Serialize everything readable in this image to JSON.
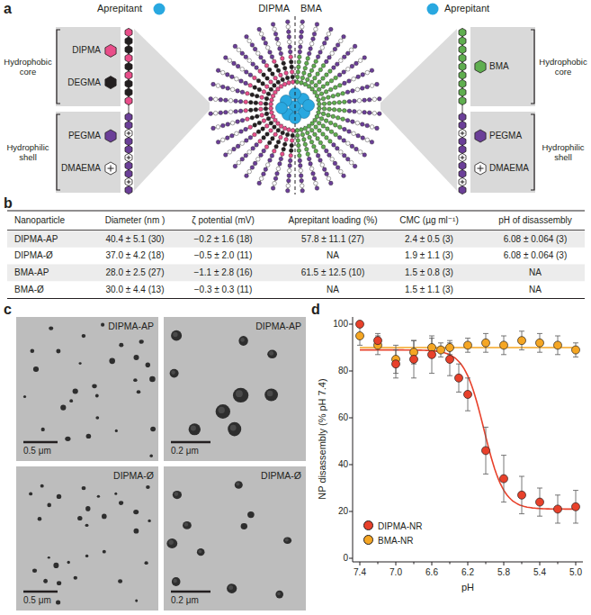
{
  "diagram": {
    "nodes": [
      {
        "text": [
          "Hydrophobic core",
          "DIPMA",
          "DEGMA"
        ]
      },
      {
        "text": [
          "Hydrophobic core",
          "BMA"
        ]
      },
      {
        "text": [
          "Hydrophilic shell",
          "PEGMA",
          "DMAEMA"
        ]
      },
      {
        "text": [
          "Hydrophilic shell",
          "PEGMA",
          "DMAEMA"
        ]
      },
      {
        "text": [
          "DIPMA-AP",
          "0.5 μm"
        ]
      },
      {
        "text": [
          "DIPMA-AP",
          "0.2 μm"
        ]
      },
      {
        "text": [
          "DIPMA-Ø",
          "0.5 μm"
        ]
      },
      {
        "text": [
          "DIPMA-Ø",
          "0.2 μm"
        ]
      }
    ],
    "labels": [
      "a",
      "Aprepitant",
      "DIPMA",
      "BMA",
      "Aprepitant",
      "b",
      "Nanoparticle",
      "Diameter (nm )",
      "ζ potential (mV)",
      "Aprepitant loading (%)",
      "CMC (µg ml⁻¹)",
      "pH of disassembly",
      "DIPMA-AP",
      "40.4 ± 5.1 (30)",
      "−0.2 ± 1.6 (18)",
      "57.8 ± 11.1 (27)",
      "2.4 ± 0.5 (3)",
      "6.08 ± 0.064 (3)",
      "DIPMA-Ø",
      "37.0 ± 4.2 (18)",
      "−0.5 ± 2.0 (11)",
      "NA",
      "1.9 ± 1.1 (3)",
      "6.08 ± 0.064 (3)",
      "BMA-AP",
      "28.0 ± 2.5 (27)",
      "−1.1 ± 2.8 (16)",
      "61.5 ± 12.5 (10)",
      "1.5 ± 0.8 (3)",
      "NA",
      "BMA-Ø",
      "30.0 ± 4.4 (13)",
      "−0.3 ± 0.3 (11)",
      "NA",
      "1.5 ± 1.1 (3)",
      "NA",
      "c",
      "d",
      "NP disassembly (% pH 7.4)",
      "0",
      "20",
      "40",
      "60",
      "80",
      "100",
      "7.4",
      "7.0",
      "6.6",
      "6.2",
      "5.8",
      "5.4",
      "5.0",
      "pH"
    ],
    "legend": [
      {
        "text": "DIPMA-NR",
        "color": "#e8412b"
      },
      {
        "text": "BMA-NR",
        "color": "#f5a623"
      }
    ]
  }
}
